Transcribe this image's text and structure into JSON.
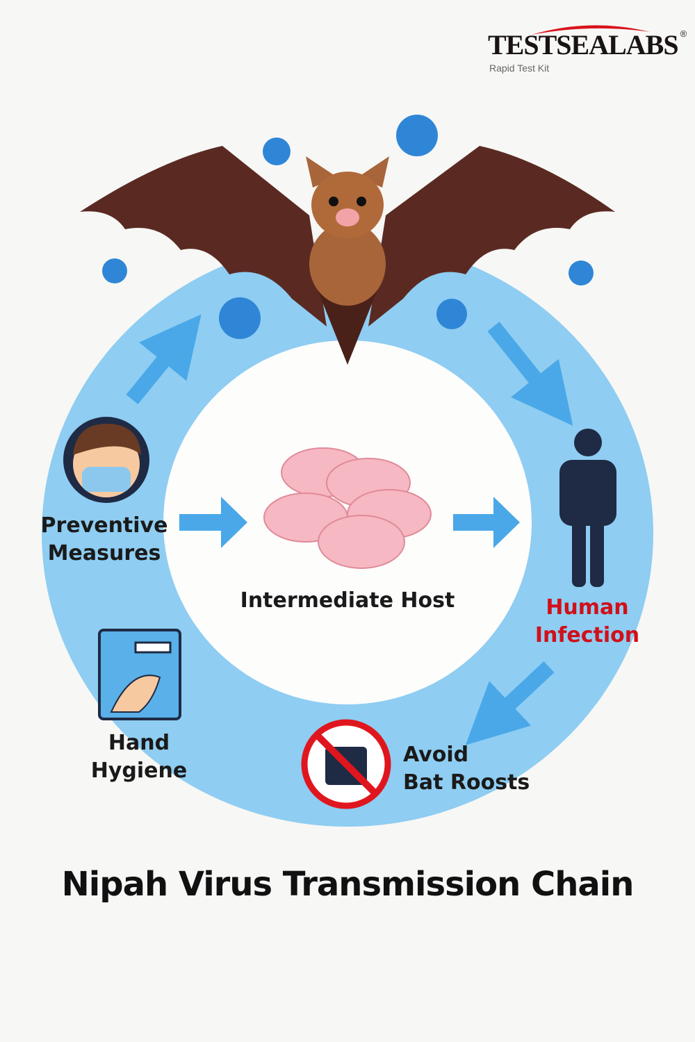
{
  "logo": {
    "name": "TESTSEALABS",
    "registered": "®",
    "tagline": "Rapid Test Kit"
  },
  "labels": {
    "preventive": [
      "Preventive",
      "Measures"
    ],
    "intermediate_host": "Intermediate Host",
    "human_infection": [
      "Human",
      "Infection"
    ],
    "hand_hygiene": [
      "Hand",
      "Hygiene"
    ],
    "avoid_bat_roosts": [
      "Avoid",
      "Bat Roosts"
    ]
  },
  "title": "Nipah Virus Transmission Chain",
  "colors": {
    "ring": "#8fcdf2",
    "arrow": "#4aa8e8",
    "bat": "#5a2a22",
    "bat_body": "#b06a3a",
    "virus": "#2f86d6",
    "human": "#1f2a44",
    "alert_text": "#d0101a",
    "prohibit": "#e0161e",
    "pig": "#f6b8c2"
  }
}
